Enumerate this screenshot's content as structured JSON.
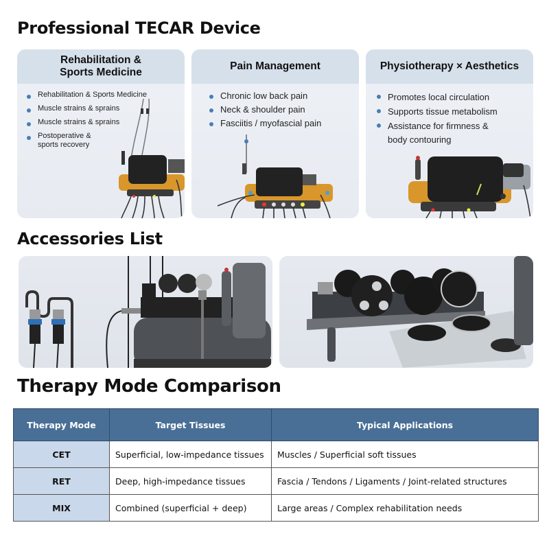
{
  "sections": {
    "device_title": "Professional TECAR Device",
    "accessories_title": "Accessories List",
    "therapy_title": "Therapy Mode Comparison"
  },
  "cards": [
    {
      "title_line1": "Rehabilitation &",
      "title_line2": "Sports Medicine",
      "items": [
        "Rehabilitation & Sports Medicine",
        "Muscle strains & sprains",
        "Muscle strains & sprains",
        "Postoperative & sports recovery"
      ]
    },
    {
      "title": "Pain Management",
      "items": [
        "Chronic low back pain",
        "Neck & shoulder pain",
        "Fasciitis / myofascial pain"
      ]
    },
    {
      "title": "Physiotherapy × Aesthetics",
      "items": [
        "Promotes local circulation",
        "Supports tissue metabolism",
        "Assistance for firmness & body contouring"
      ]
    }
  ],
  "accessories": [
    {
      "image": "device-with-cable-holders-photo"
    },
    {
      "image": "electrode-heads-tray-photo"
    }
  ],
  "table": {
    "headers": [
      "Therapy Mode",
      "Target Tissues",
      "Typical Applications"
    ],
    "rows": [
      {
        "mode": "CET",
        "target": "Superficial, low-impedance tissues",
        "applications": "Muscles / Superficial soft tissues"
      },
      {
        "mode": "RET",
        "target": "Deep, high-impedance tissues",
        "applications": "Fascia / Tendons / Ligaments / Joint-related structures"
      },
      {
        "mode": "MIX",
        "target": "Combined (superficial + deep)",
        "applications": "Large areas / Complex rehabilitation needs"
      }
    ]
  },
  "colors": {
    "table_header": "#4a6f96",
    "mode_cell": "#c9d8ea",
    "card_header": "#d6e0eb",
    "bullet": "#4a7eb4",
    "device_accent": "#d9962a"
  }
}
